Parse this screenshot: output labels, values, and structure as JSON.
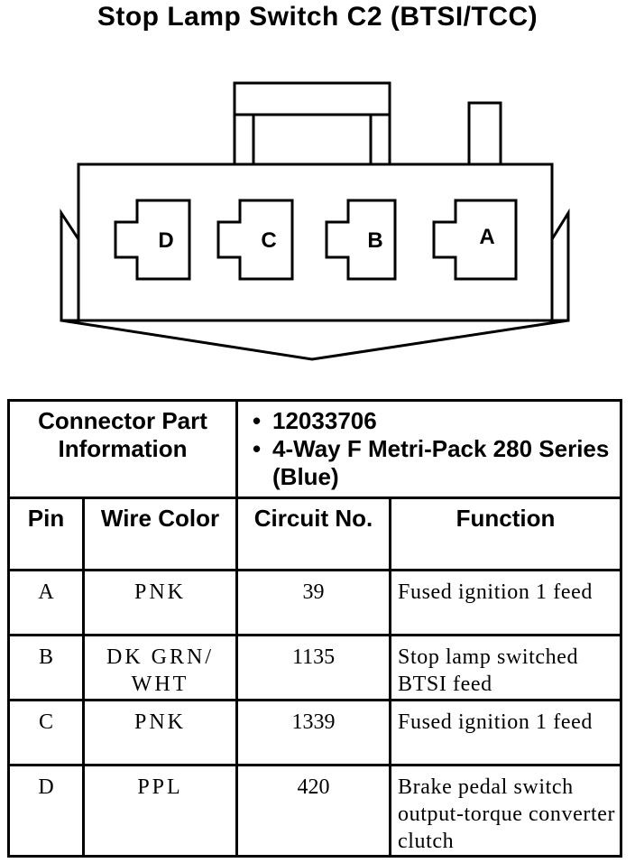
{
  "title": "Stop Lamp Switch C2 (BTSI/TCC)",
  "connector": {
    "cavities": [
      "D",
      "C",
      "B",
      "A"
    ]
  },
  "table": {
    "part_info_label": "Connector Part Information",
    "part_info_items": [
      "12033706",
      "4-Way F Metri-Pack 280 Series (Blue)"
    ],
    "headers": {
      "pin": "Pin",
      "wire_color": "Wire Color",
      "circuit_no": "Circuit No.",
      "function": "Function"
    },
    "rows": [
      {
        "pin": "A",
        "wire_color": "PNK",
        "circuit_no": "39",
        "function": "Fused ignition 1 feed"
      },
      {
        "pin": "B",
        "wire_color": "DK GRN/ WHT",
        "circuit_no": "1135",
        "function": "Stop lamp switched BTSI feed"
      },
      {
        "pin": "C",
        "wire_color": "PNK",
        "circuit_no": "1339",
        "function": "Fused ignition 1 feed"
      },
      {
        "pin": "D",
        "wire_color": "PPL",
        "circuit_no": "420",
        "function": "Brake pedal switch output-torque converter clutch"
      }
    ]
  }
}
